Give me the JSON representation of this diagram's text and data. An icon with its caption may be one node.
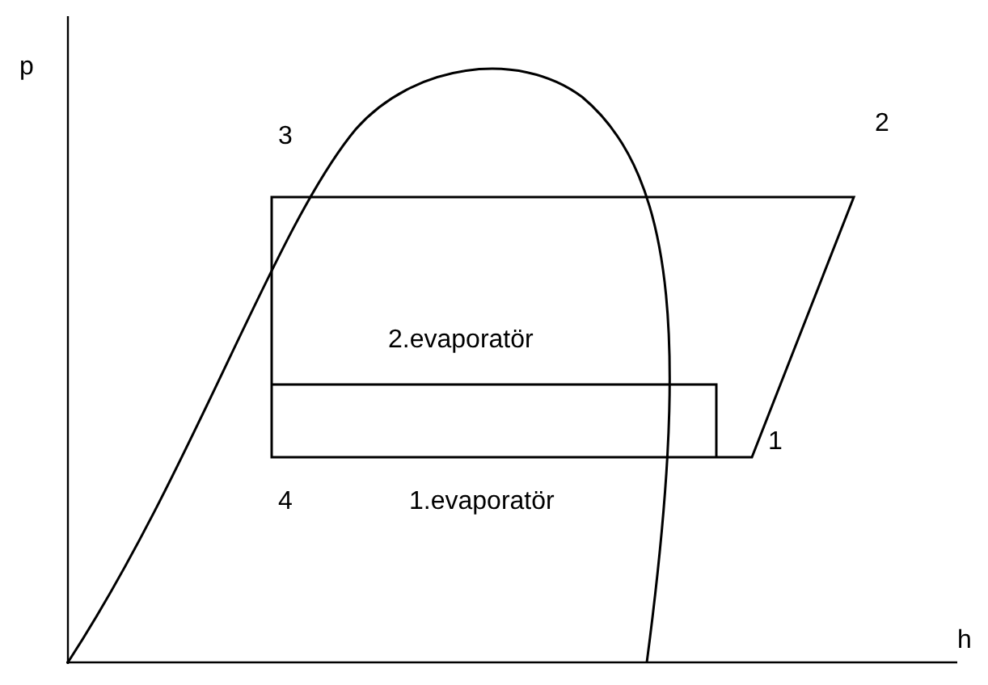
{
  "diagram": {
    "labels": [
      "p",
      "3",
      "2",
      "2.evaporatör",
      "1",
      "4",
      "1.evaporatör",
      "h"
    ]
  }
}
